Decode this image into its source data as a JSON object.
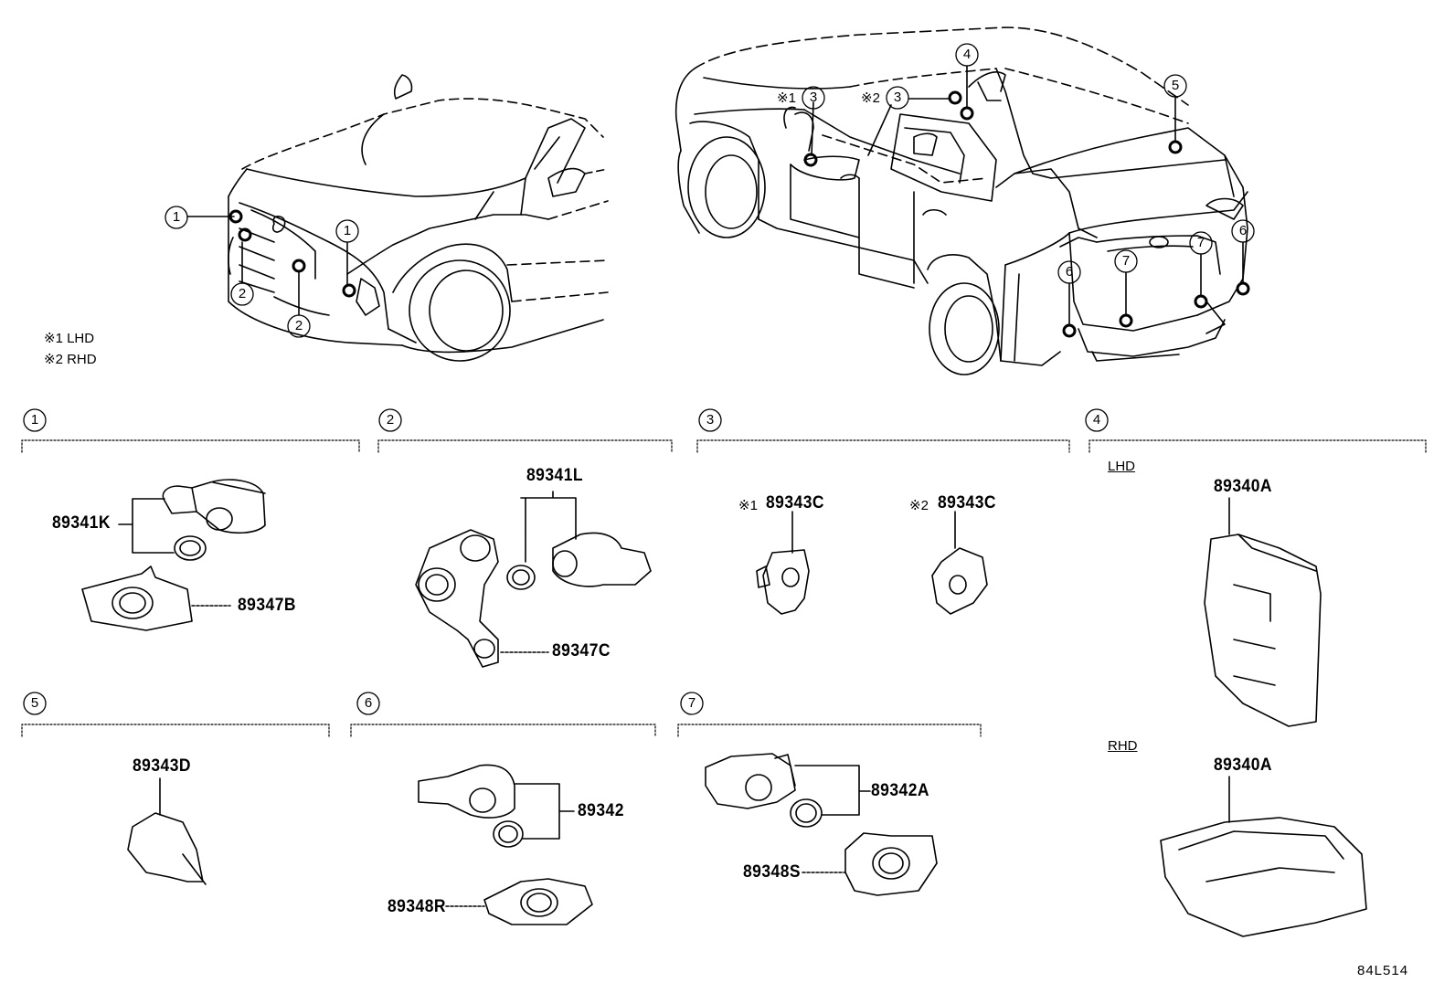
{
  "notes": {
    "n1": "※1 LHD",
    "n2": "※2 RHD"
  },
  "markers": {
    "m1": "※1",
    "m2": "※2"
  },
  "callouts": [
    "1",
    "2",
    "3",
    "4",
    "5",
    "6",
    "7"
  ],
  "sections": [
    {
      "number": "1",
      "parts": [
        "89341K",
        "89347B"
      ]
    },
    {
      "number": "2",
      "parts": [
        "89341L",
        "89347C"
      ]
    },
    {
      "number": "3",
      "parts": [
        "89343C",
        "89343C"
      ]
    },
    {
      "number": "4",
      "variants": [
        {
          "label": "LHD",
          "part": "89340A"
        },
        {
          "label": "RHD",
          "part": "89340A"
        }
      ]
    },
    {
      "number": "5",
      "parts": [
        "89343D"
      ]
    },
    {
      "number": "6",
      "parts": [
        "89342",
        "89348R"
      ]
    },
    {
      "number": "7",
      "parts": [
        "89342A",
        "89348S"
      ]
    }
  ],
  "diagram_code": "84L514"
}
